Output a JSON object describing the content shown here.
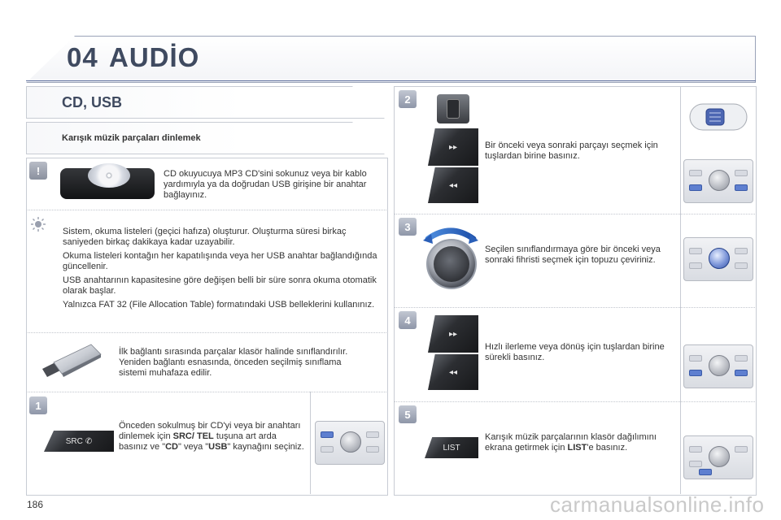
{
  "header": {
    "chapter_number": "04",
    "chapter_title": "AUDİO"
  },
  "section": {
    "title": "CD, USB",
    "subtitle": "Karışık müzik parçaları dinlemek"
  },
  "notes": {
    "cd_usb": "CD okuyucuya MP3 CD'sini sokunuz veya bir kablo yardımıyla ya da doğrudan USB girişine bir anahtar bağlayınız.",
    "tips": [
      "Sistem, okuma listeleri (geçici hafıza) oluşturur. Oluşturma süresi birkaç saniyeden birkaç dakikaya kadar uzayabilir.",
      "Okuma listeleri kontağın her kapatılışında veya her USB anahtar bağlandığında güncellenir.",
      "USB anahtarının kapasitesine göre değişen belli bir süre sonra okuma otomatik olarak başlar.",
      "Yalnızca FAT 32 (File Allocation Table) formatındaki USB belleklerini kullanınız."
    ],
    "usb_stick": "İlk bağlantı sırasında parçalar klasör halinde sınıflandırılır. Yeniden bağlantı esnasında, önceden seçilmiş sınıflama sistemi muhafaza edilir."
  },
  "steps": [
    {
      "number": "1",
      "text_parts": {
        "a": "Önceden sokulmuş bir CD'yi veya bir anahtarı dinlemek için ",
        "b": "SRC/ TEL",
        "c": " tuşuna art arda basınız ve \"",
        "d": "CD",
        "e": "\" veya \"",
        "f": "USB",
        "g": "\" kaynağını seçiniz."
      },
      "button_label": "SRC"
    },
    {
      "number": "2",
      "text": "Bir önceki veya sonraki parçayı seçmek için tuşlardan birine basınız."
    },
    {
      "number": "3",
      "text": "Seçilen sınıflandırmaya göre bir önceki veya sonraki fihristi seçmek için topuzu çeviriniz."
    },
    {
      "number": "4",
      "text": "Hızlı ilerleme veya dönüş için tuşlardan birine sürekli basınız."
    },
    {
      "number": "5",
      "text_parts": {
        "a": "Karışık müzik parçalarının klasör dağılımını ekrana getirmek için ",
        "b": "LIST",
        "c": "'e basınız."
      },
      "button_label": "LIST"
    }
  ],
  "icons": {
    "warning": "!",
    "next": "▸▸",
    "prev": "◂◂"
  },
  "footer": {
    "page_number": "186",
    "watermark": "carmanualsonline.info"
  },
  "colors": {
    "title": "#3f4a60",
    "accent_blue": "#5e7fd0",
    "badge": "#9aa0ae"
  }
}
